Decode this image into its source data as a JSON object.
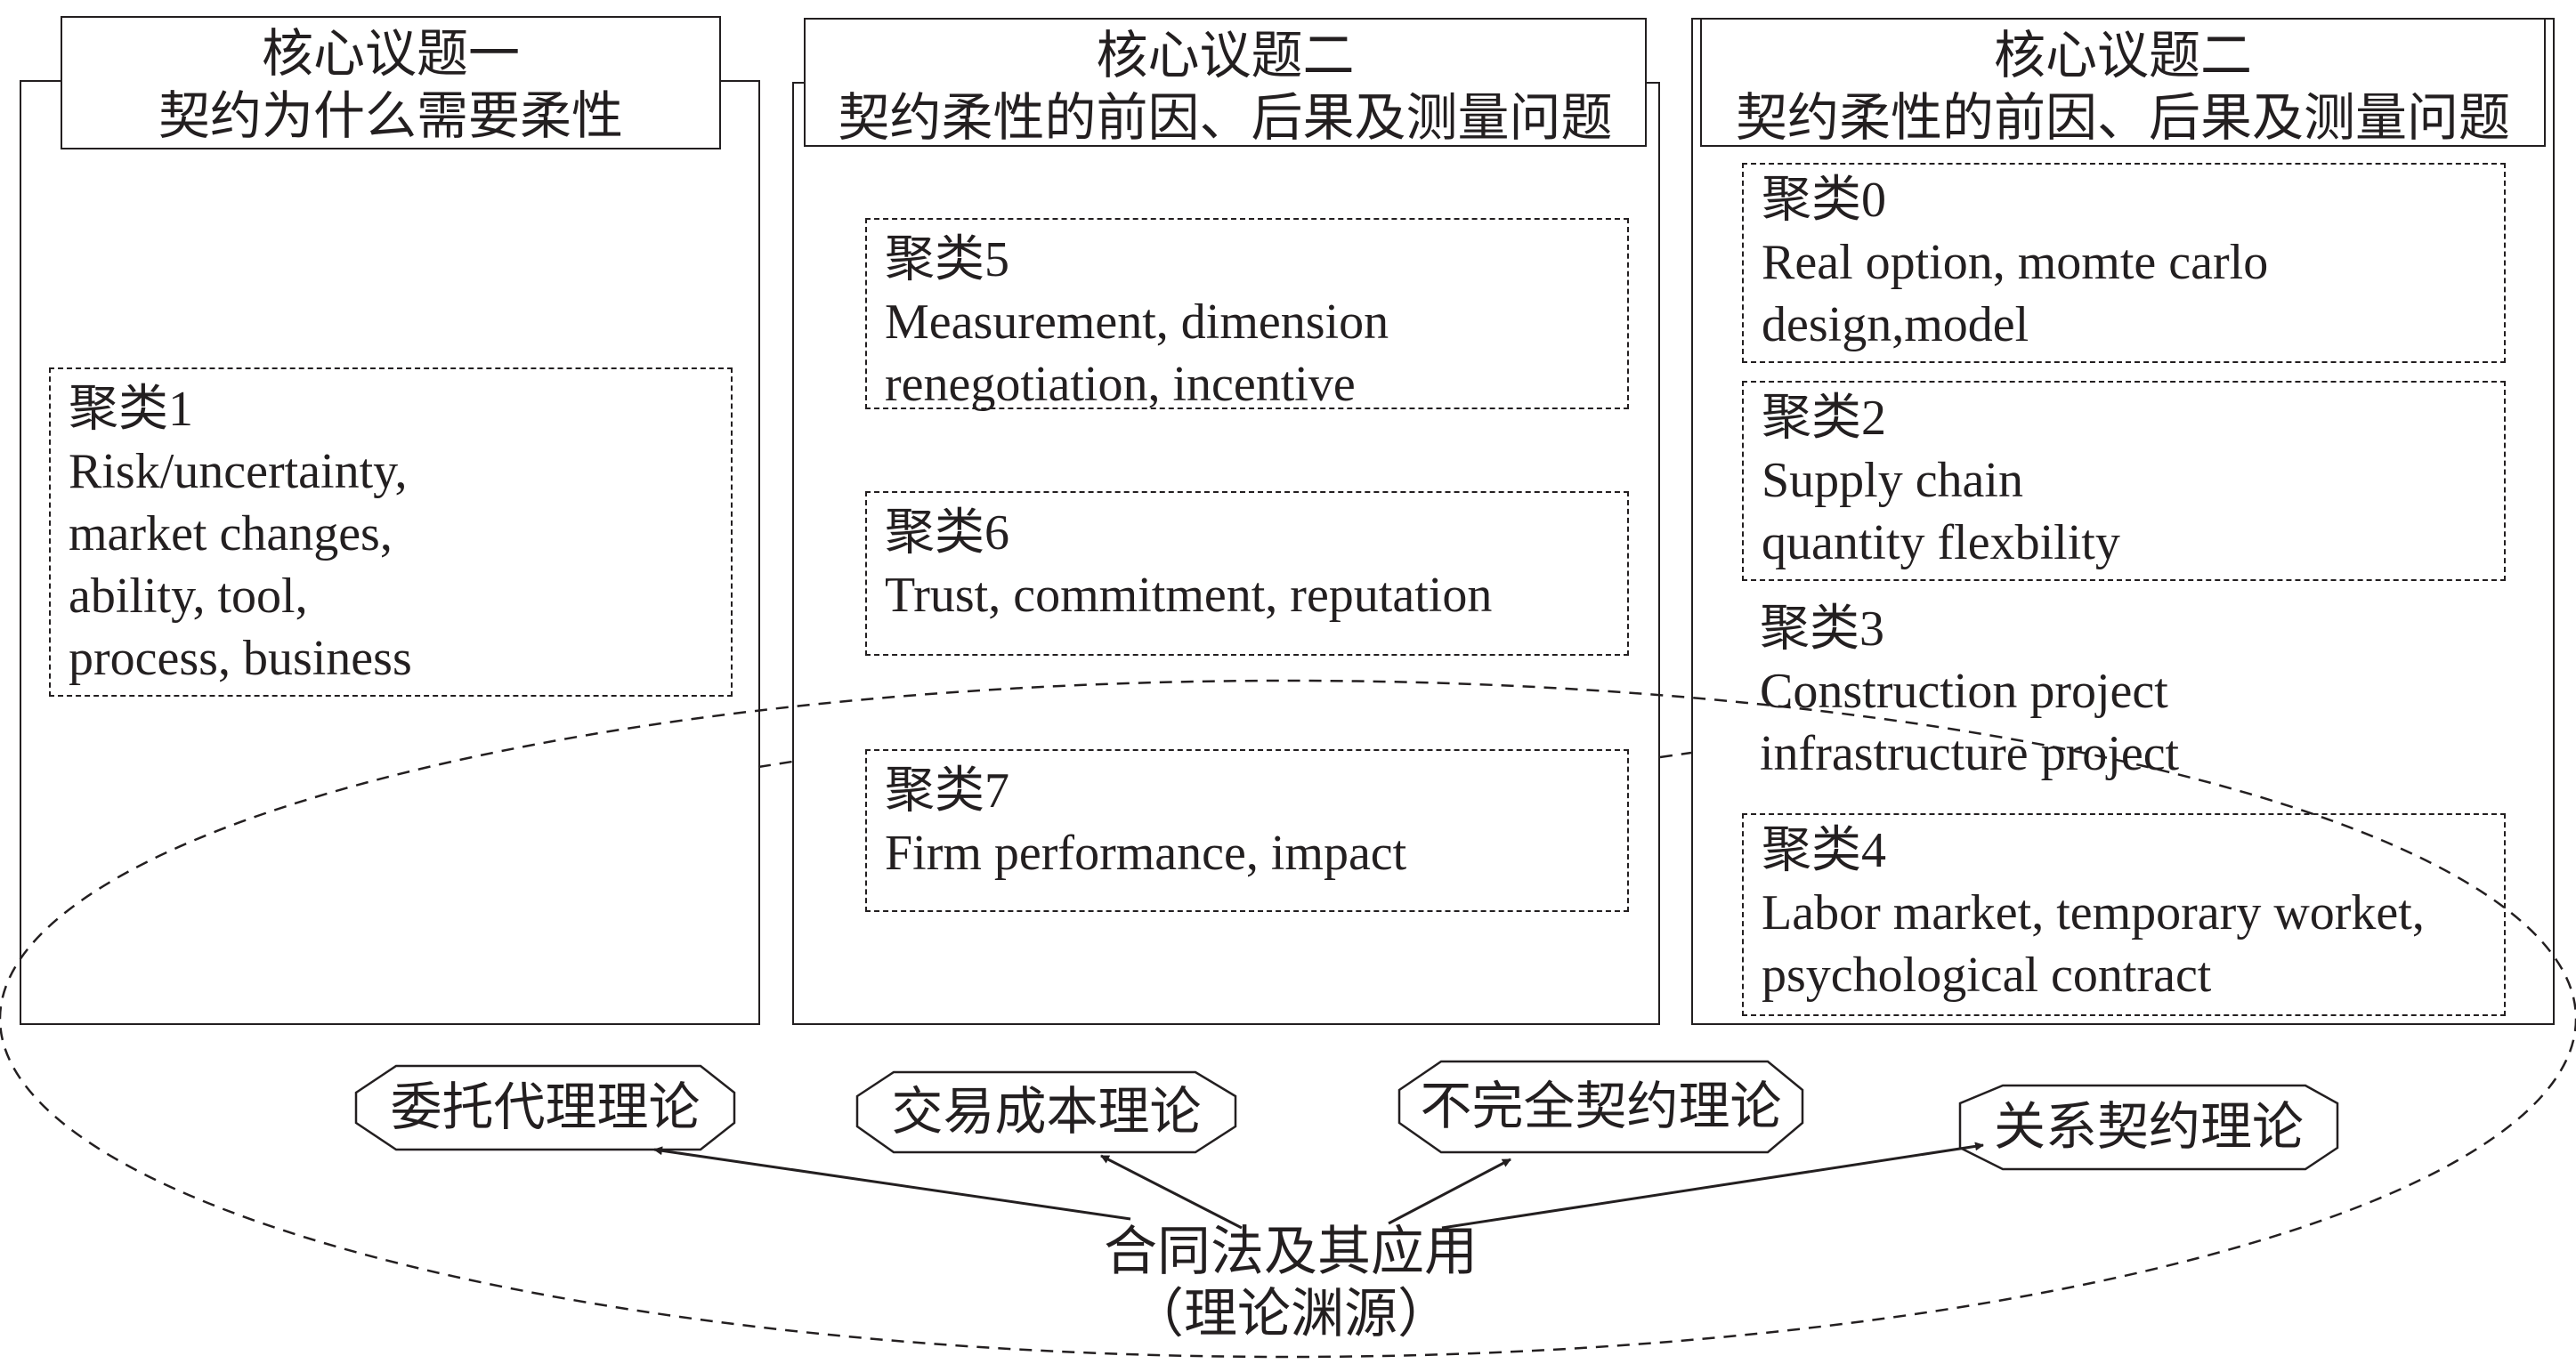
{
  "topics": [
    {
      "title": "核心议题一",
      "subtitle": "契约为什么需要柔性"
    },
    {
      "title": "核心议题二",
      "subtitle": "契约柔性的前因、后果及测量问题"
    },
    {
      "title": "核心议题二",
      "subtitle": "契约柔性的前因、后果及测量问题"
    }
  ],
  "clusters": {
    "c1": {
      "label": "聚类1",
      "lines": [
        "Risk/uncertainty,",
        "market changes,",
        "ability, tool,",
        "process, business"
      ]
    },
    "c5": {
      "label": "聚类5",
      "lines": [
        "Measurement, dimension",
        "renegotiation, incentive"
      ]
    },
    "c6": {
      "label": "聚类6",
      "lines": [
        "Trust, commitment, reputation"
      ]
    },
    "c7": {
      "label": "聚类7",
      "lines": [
        "Firm performance, impact"
      ]
    },
    "c0": {
      "label": "聚类0",
      "lines": [
        "Real option, momte carlo",
        "design,model"
      ]
    },
    "c2": {
      "label": "聚类2",
      "lines": [
        "Supply chain",
        "quantity flexbility"
      ]
    },
    "c3": {
      "label": "聚类3",
      "lines": [
        "Construction project",
        "infrastructure project"
      ]
    },
    "c4": {
      "label": "聚类4",
      "lines": [
        "Labor market, temporary worket,",
        "psychological contract"
      ]
    }
  },
  "theories": [
    "委托代理理论",
    "交易成本理论",
    "不完全契约理论",
    "关系契约理论"
  ],
  "source": {
    "line1": "合同法及其应用",
    "line2": "（理论渊源）"
  }
}
